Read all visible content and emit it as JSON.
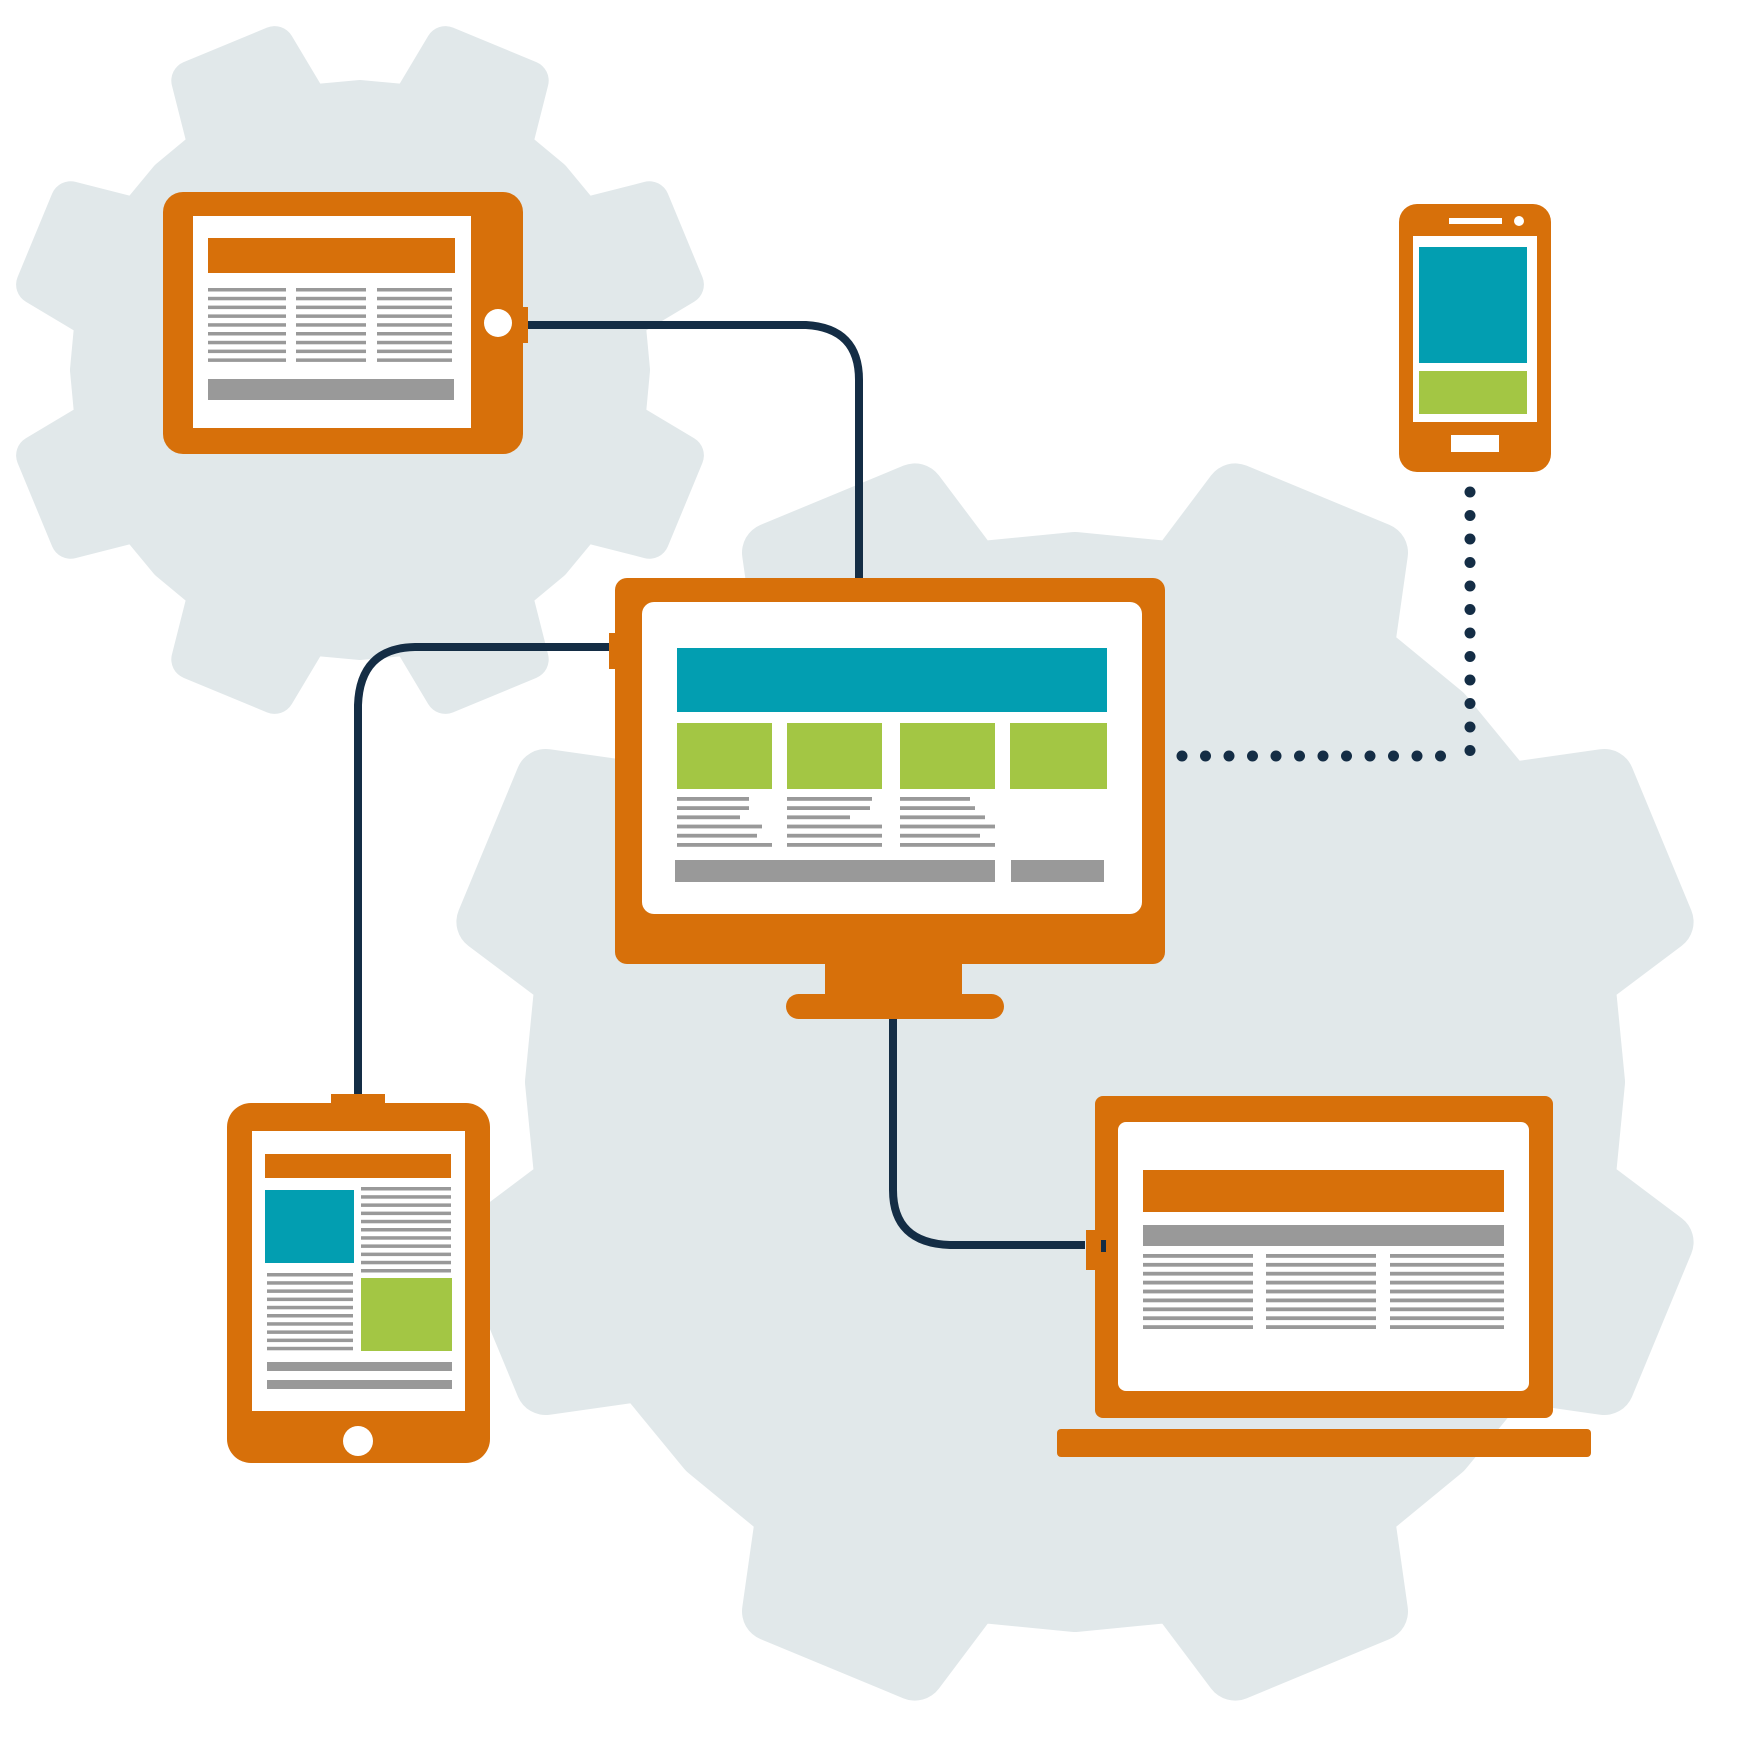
{
  "colors": {
    "background": "#ffffff",
    "gear": "#e1e8ea",
    "device": "#d7700a",
    "screen": "#ffffff",
    "accent_blue": "#029eb1",
    "accent_green": "#a3c644",
    "text_line": "#999999",
    "cable": "#142d45"
  },
  "devices": [
    {
      "kind": "tablet-landscape",
      "icon": "tablet-landscape-icon"
    },
    {
      "kind": "desktop-monitor",
      "icon": "monitor-icon"
    },
    {
      "kind": "smartphone",
      "icon": "smartphone-icon"
    },
    {
      "kind": "tablet-portrait",
      "icon": "tablet-portrait-icon"
    },
    {
      "kind": "laptop",
      "icon": "laptop-icon"
    }
  ],
  "connections": [
    {
      "from": "tablet-landscape",
      "to": "desktop-monitor",
      "style": "solid"
    },
    {
      "from": "desktop-monitor",
      "to": "tablet-portrait",
      "style": "solid"
    },
    {
      "from": "desktop-monitor",
      "to": "laptop",
      "style": "solid"
    },
    {
      "from": "desktop-monitor",
      "to": "smartphone",
      "style": "dotted"
    }
  ],
  "background_icons": [
    "gear-icon",
    "gear-icon"
  ]
}
